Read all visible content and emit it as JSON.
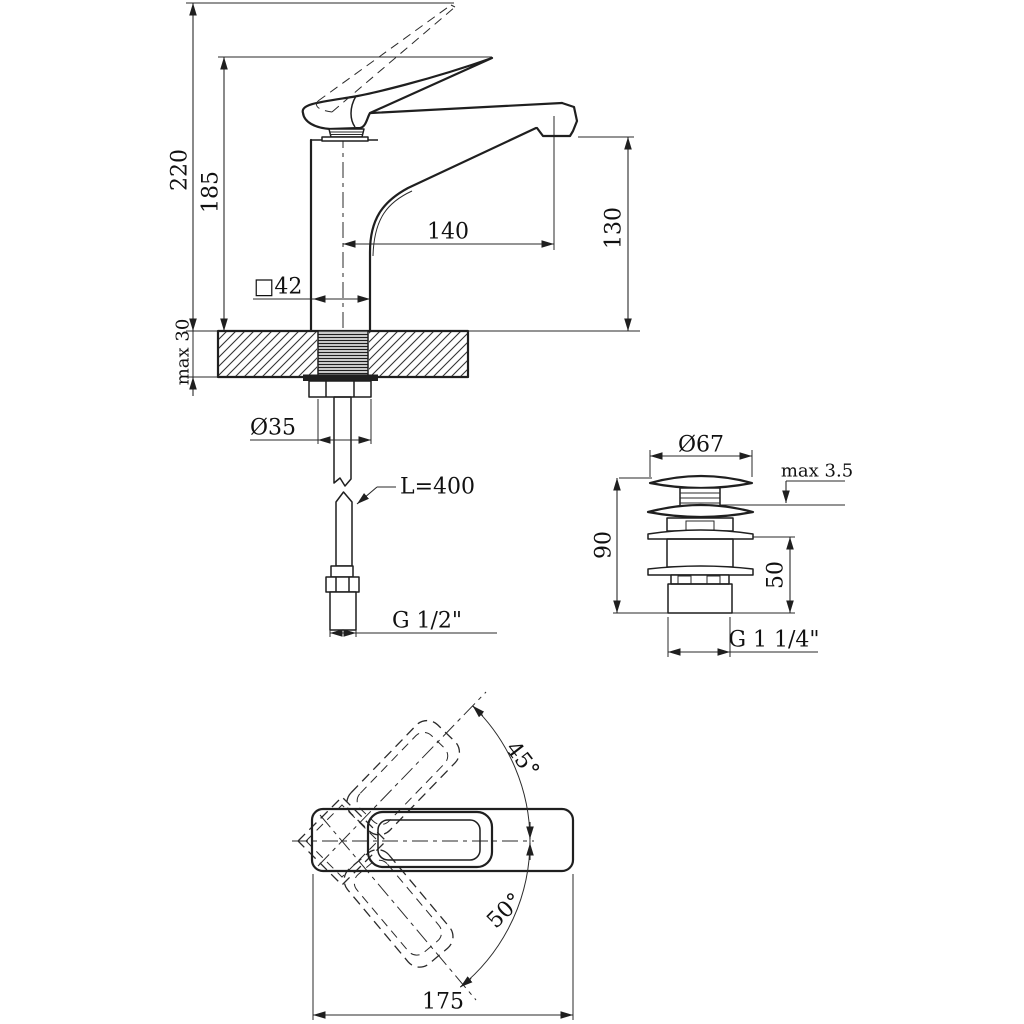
{
  "drawing": {
    "type": "faucet-installation-dimensions",
    "background": "#ffffff",
    "line_color": "#1f1f1f"
  },
  "labels": {
    "side": {
      "height_total": "220",
      "height_body": "185",
      "deck_thickness": "max 30",
      "spout_reach": "140",
      "spout_height": "130",
      "base_square": "□42",
      "shank_diameter": "Ø35",
      "hose_length": "L=400",
      "hose_thread": "G 1/2\""
    },
    "drain": {
      "cap_diameter": "Ø67",
      "gap_max": "max 3.5",
      "total_height": "90",
      "thread_length": "50",
      "thread_size": "G 1 1/4\""
    },
    "top": {
      "swing_up": "45°",
      "swing_down": "50°",
      "overall_length": "175"
    }
  }
}
